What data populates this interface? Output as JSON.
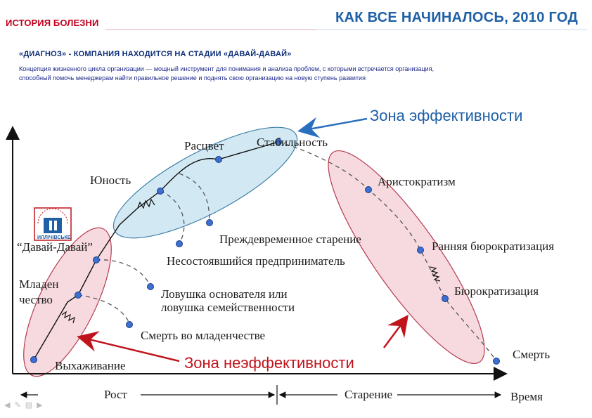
{
  "header": {
    "left_title": "ИСТОРИЯ БОЛЕЗНИ",
    "right_title": "КАК ВСЕ НАЧИНАЛОСЬ, 2010 ГОД"
  },
  "subtitle": "«ДИАГНОЗ» - КОМПАНИЯ НАХОДИТСЯ НА СТАДИИ «ДАВАЙ-ДАВАЙ»",
  "description": [
    "Концепция жизненного цикла организации — мощный инструмент для понимания и анализа проблем, с которыми встречается организация,",
    "способный помочь менеджерам найти правильное решение и поднять свою организацию на новую ступень развития"
  ],
  "diagram": {
    "zone_effective": "Зона эффективности",
    "zone_ineffective": "Зона неэффективности",
    "stages": {
      "survival": "Выхаживание",
      "infancy_1": "Младен",
      "infancy_2": "чество",
      "goGo": "“Давай-Давай”",
      "youth": "Юность",
      "prime": "Расцвет",
      "stability": "Стабильность",
      "aristocracy": "Аристократизм",
      "early_bureaucracy": "Ранняя бюрократизация",
      "bureaucracy": "Бюрократизация",
      "death": "Смерть"
    },
    "traps": {
      "infant_death": "Смерть во младенчестве",
      "founder_trap_1": "Ловушка основателя или",
      "founder_trap_2": "ловушка семейственности",
      "unfulfilled": "Несостоявшийся предприниматель",
      "premature_aging": "Преждевременное старение"
    },
    "axes": {
      "growth": "Рост",
      "aging": "Старение",
      "time": "Время"
    },
    "logo_text": "ИЛЛІЧІВСЬКЕ",
    "colors": {
      "pink_zone": "#f2c9d1",
      "blue_zone": "#bfe0ee",
      "red_arrow": "#c0141c",
      "blue_arrow": "#2a6fbf",
      "point": "#3c6fd0",
      "effective_text": "#1e5fa6",
      "ineffective_text": "#c0141c"
    }
  }
}
